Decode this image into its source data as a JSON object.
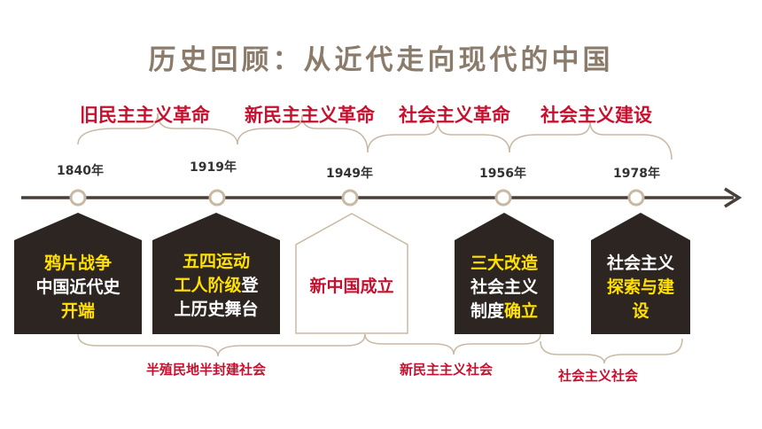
{
  "title": "历史回顾：从近代走向现代的中国",
  "eras": [
    "旧民主主义革命",
    "新民主主义革命",
    "社会主义革命",
    "社会主义建设"
  ],
  "years": [
    "1840年",
    "1919年",
    "1949年",
    "1956年",
    "1978年"
  ],
  "events": {
    "e1": {
      "l1a": "鸦片战争",
      "l2": "中国近代史",
      "l3": "开端"
    },
    "e2": {
      "l1": "五四运动",
      "l2a": "工人阶级",
      "l2b": "登",
      "l3": "上历史舞台"
    },
    "e3": {
      "l1": "新中国成立"
    },
    "e4": {
      "l1": "三大改造",
      "l2": "社会主义",
      "l3a": "制度",
      "l3b": "确立"
    },
    "e5": {
      "l1": "社会主义",
      "l2": "探索与建",
      "l3": "设"
    }
  },
  "societies": [
    "半殖民地半封建社会",
    "新民主主义社会",
    "社会主义社会"
  ],
  "colors": {
    "title": "#8b7b6a",
    "red": "#c8102e",
    "house_dark": "#2d2522",
    "highlight": "#ffe000",
    "line": "#4a3f38"
  }
}
